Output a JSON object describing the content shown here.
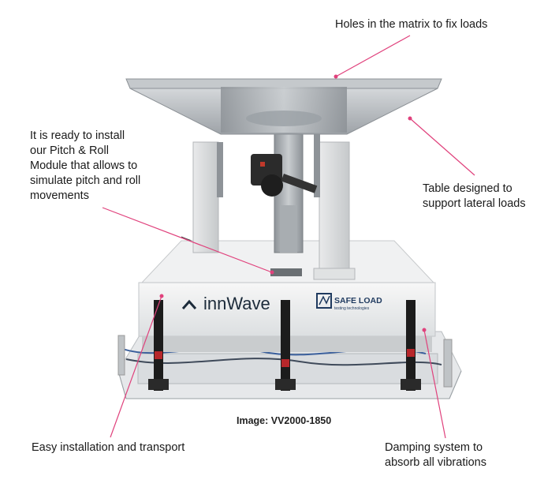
{
  "annotations": {
    "holes": "Holes in the matrix to fix loads",
    "table": "Table designed to\nsupport lateral loads",
    "pitch_roll": "It is ready to install\nour Pitch & Roll\nModule that allows to\nsimulate pitch and roll\nmovements",
    "easy": "Easy installation and transport",
    "damping": "Damping system to\nabsorb all vibrations"
  },
  "caption": "Image: VV2000-1850",
  "logos": {
    "innwave": "innWave",
    "safeload": "SAFE LOAD",
    "safeload_tagline": "testing technologies"
  },
  "colors": {
    "leader_line": "#e0417c",
    "metal": "#b7bcc1",
    "body": "#f1f2f2",
    "strap": "#1a1a1a"
  }
}
